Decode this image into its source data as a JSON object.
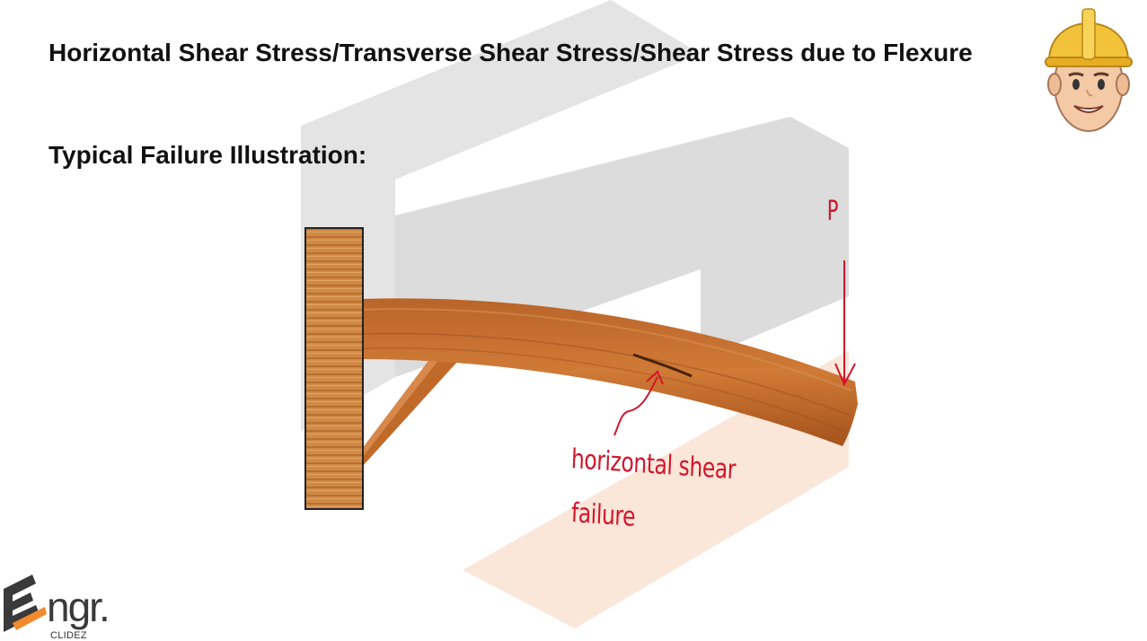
{
  "slide": {
    "title": "Horizontal Shear Stress/Transverse Shear Stress/Shear Stress due to Flexure",
    "subtitle": "Typical Failure Illustration:"
  },
  "illustration": {
    "annotation_line_1": "horizontal shear",
    "annotation_line_2": "failure",
    "load_label": "P",
    "annotation_color": "#d4142a",
    "wood_color": "#c06a2a"
  },
  "brand": {
    "logo_sub": "CLIDEZ",
    "accent_color": "#f28a2e"
  }
}
